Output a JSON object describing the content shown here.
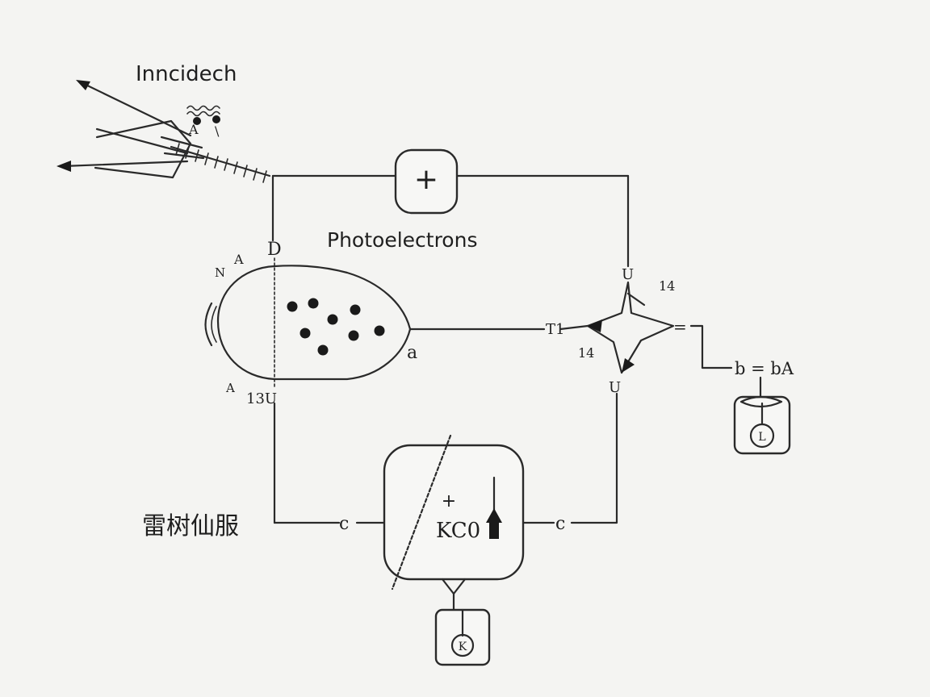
{
  "labels": {
    "incident": "Inncidech",
    "incident_glyph": "ꟿ",
    "incident_sub_a": "A",
    "incident_sub_b": "\\",
    "photoelectrons": "Photoelectrons",
    "plus_top": "+",
    "node_d": "D",
    "node_n": "N",
    "node_a_top": "A",
    "node_a_bottom": "A",
    "node_13u": "13U",
    "node_a_tip": "a",
    "node_t1": "T1",
    "node_u_top": "U",
    "node_14_top": "14",
    "node_14_left": "14",
    "node_u_bottom": "U",
    "node_eq": "=",
    "node_bba": "b = bA",
    "node_c_left": "c",
    "node_c_right": "c",
    "kc_plus": "+",
    "kc_label": "KC0",
    "node_k": "K",
    "node_l": "L",
    "chinese_label": "雷树仙服"
  }
}
